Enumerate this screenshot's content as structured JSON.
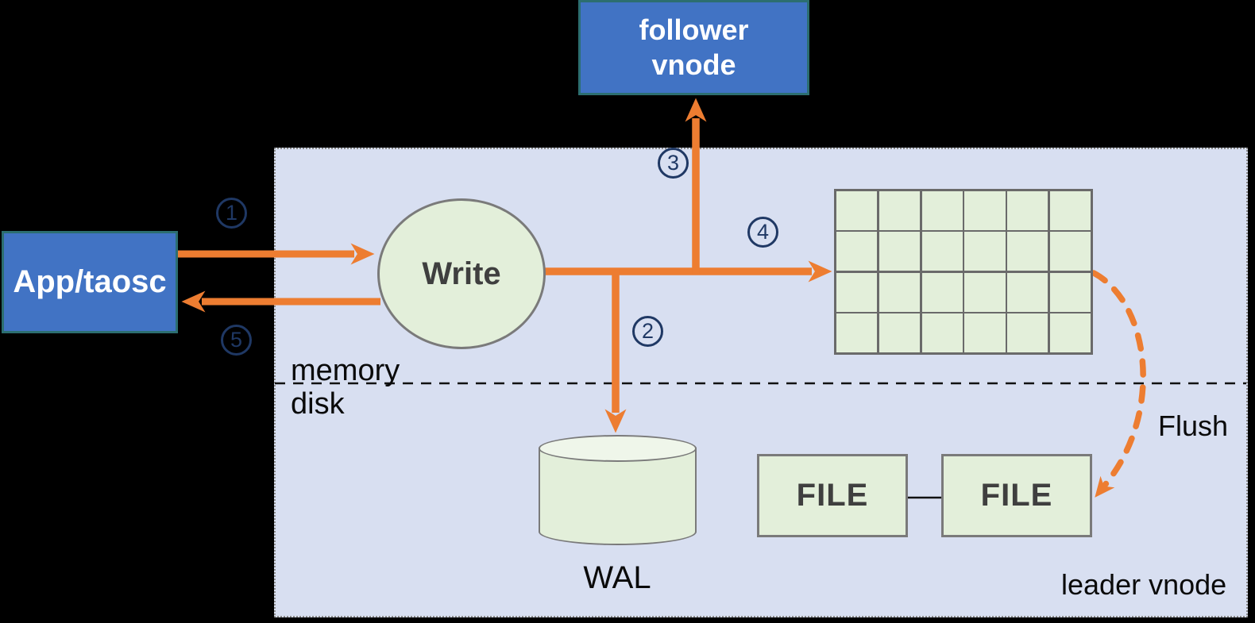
{
  "colors": {
    "canvas-bg": "#000000",
    "region-fill": "#D8DFF1",
    "region-border": "#8A8A8A",
    "node-blue": "#4173C4",
    "node-blue-border": "#2C6E70",
    "node-green": "#E3EFDA",
    "node-green-light": "#EFF6EA",
    "shape-border": "#7A7A7A",
    "grid-line": "#6A6A6A",
    "arrow-orange": "#ED7D31",
    "step-navy": "#1F3864",
    "dark-text": "#3F3F3F",
    "black-text": "#0A0A0A",
    "white-text": "#FFFFFF"
  },
  "nodes": {
    "follower_vnode": {
      "label": "follower\nvnode"
    },
    "app_taosc": {
      "label": "App/taosc"
    },
    "write": {
      "label": "Write"
    },
    "wal": {
      "label": "WAL"
    },
    "file_left": {
      "label": "FILE"
    },
    "file_right": {
      "label": "FILE"
    },
    "memtable": {
      "rows": 4,
      "cols": 6
    }
  },
  "labels": {
    "memory": "memory",
    "disk": "disk",
    "flush": "Flush",
    "leader_vnode": "leader vnode"
  },
  "steps": [
    {
      "label": "1"
    },
    {
      "label": "2"
    },
    {
      "label": "3"
    },
    {
      "label": "4"
    },
    {
      "label": "5"
    }
  ]
}
